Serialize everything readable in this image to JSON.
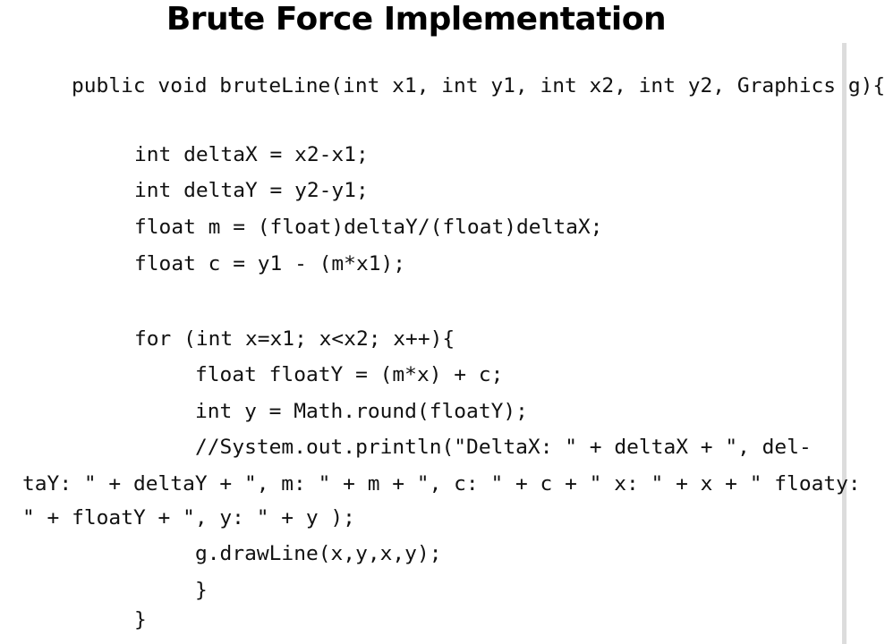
{
  "slide": {
    "title": "Brute Force Implementation"
  },
  "code": {
    "lines": [
      "public void bruteLine(int x1, int y1, int x2, int y2, Graphics g){",
      "int deltaX = x2-x1;",
      "int deltaY = y2-y1;",
      "float m = (float)deltaY/(float)deltaX;",
      "float c = y1 - (m*x1);",
      "for (int x=x1; x<x2; x++){",
      "float floatY = (m*x) + c;",
      "int y = Math.round(floatY);",
      "//System.out.println(\"DeltaX: \" + deltaX + \", del-",
      "taY: \" + deltaY + \", m: \" + m + \", c: \" + c + \" x: \" + x + \" floaty:",
      "\" + floatY + \", y: \" + y );",
      "g.drawLine(x,y,x,y);",
      "}",
      "}"
    ]
  }
}
